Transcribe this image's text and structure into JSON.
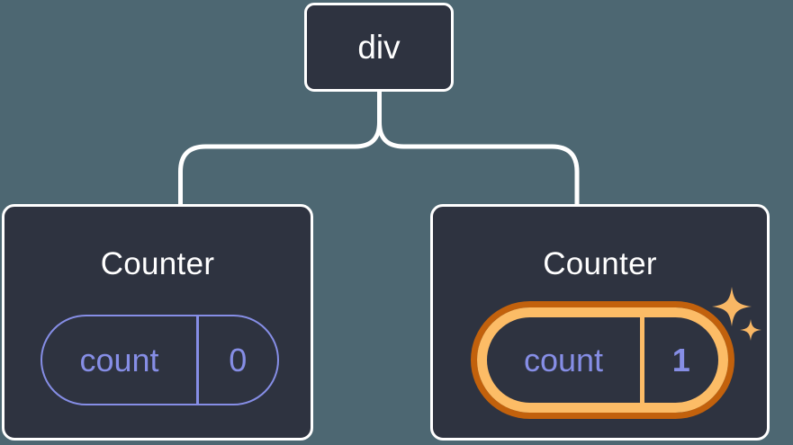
{
  "colors": {
    "background": "#4d6772",
    "card": "#2e3340",
    "line": "#ffffff",
    "purple": "#868ee6",
    "orange_light": "#fcbc66",
    "orange_dark": "#c2610c",
    "sparkle": "#f8b765"
  },
  "tree": {
    "root": {
      "label": "div"
    },
    "children": [
      {
        "title": "Counter",
        "state": {
          "name": "count",
          "value": "0"
        },
        "highlighted": false
      },
      {
        "title": "Counter",
        "state": {
          "name": "count",
          "value": "1"
        },
        "highlighted": true
      }
    ]
  },
  "icons": {
    "sparkles": "four-point-star-sparkles"
  }
}
